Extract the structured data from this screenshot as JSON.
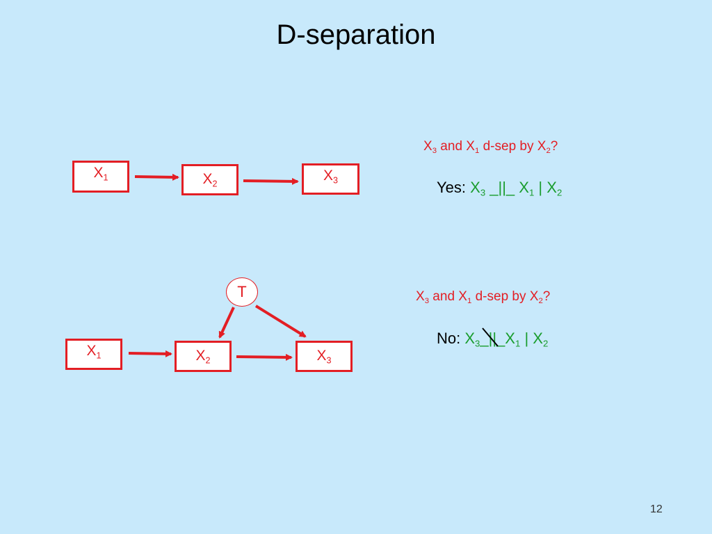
{
  "title": "D-separation",
  "diagram1": {
    "nodes": {
      "x1": {
        "base": "X",
        "sub": "1"
      },
      "x2": {
        "base": "X",
        "sub": "2"
      },
      "x3": {
        "base": "X",
        "sub": "3"
      }
    }
  },
  "diagram2": {
    "nodes": {
      "t": "T",
      "x1": {
        "base": "X",
        "sub": "1"
      },
      "x2": {
        "base": "X",
        "sub": "2"
      },
      "x3": {
        "base": "X",
        "sub": "3"
      }
    }
  },
  "question1": {
    "a": "X",
    "a_sub": "3",
    "mid1": " and ",
    "b": "X",
    "b_sub": "1",
    "mid2": " d-sep by ",
    "c": "X",
    "c_sub": "2",
    "end": "?"
  },
  "answer1": {
    "prefix": "Yes: ",
    "a": "X",
    "a_sub": "3",
    "sep": " _||_ ",
    "b": "X",
    "b_sub": "1",
    "given": " | ",
    "c": "X",
    "c_sub": "2"
  },
  "question2": {
    "a": "X",
    "a_sub": "3",
    "mid1": " and ",
    "b": "X",
    "b_sub": "1",
    "mid2": " d-sep by ",
    "c": "X",
    "c_sub": "2",
    "end": "?"
  },
  "answer2": {
    "prefix": "No: ",
    "a": "X",
    "a_sub": "3",
    "sep": " _||_ ",
    "b": "X",
    "b_sub": "1",
    "given": " | ",
    "c": "X",
    "c_sub": "2"
  },
  "page_number": "12",
  "colors": {
    "background": "#c8e9fb",
    "node": "#e31e24",
    "formula": "#1a9d2e"
  }
}
